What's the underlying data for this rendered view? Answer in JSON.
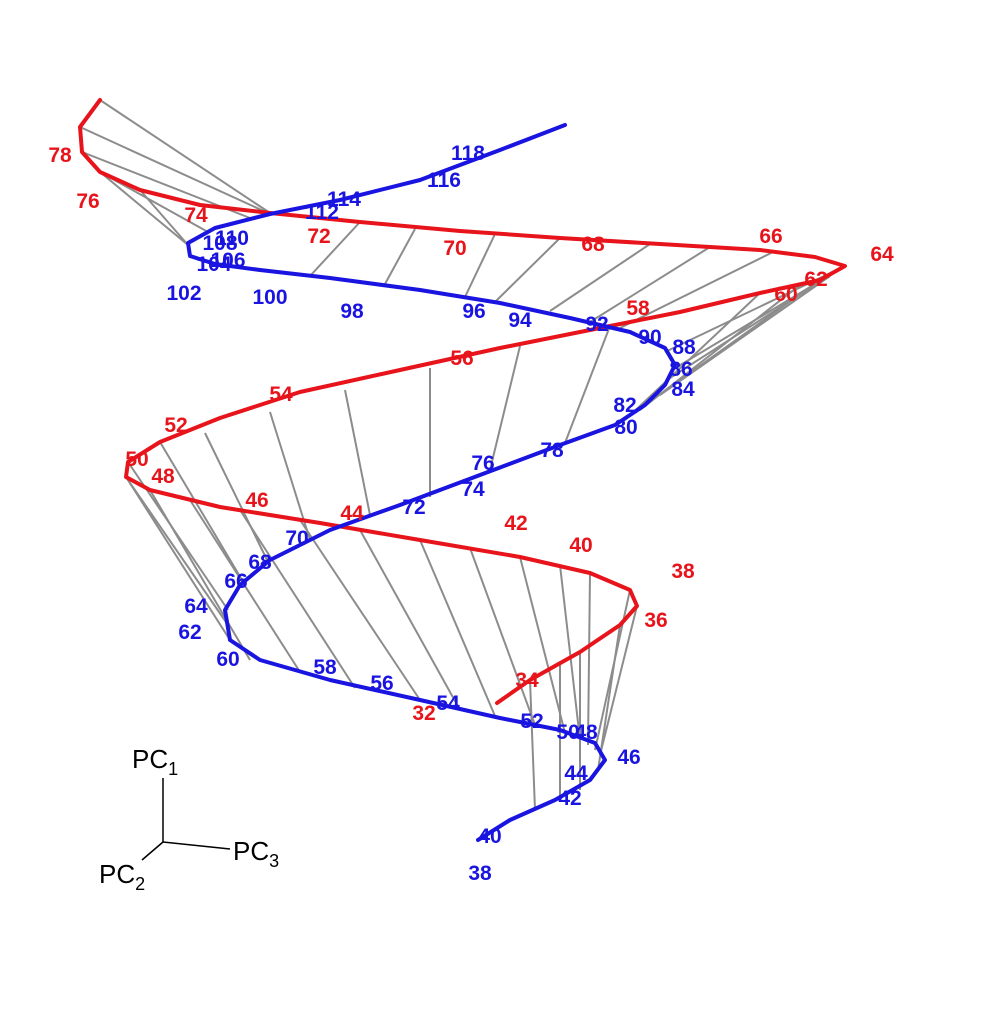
{
  "chart_data": {
    "type": "line",
    "title": "",
    "colors": {
      "series1": "#e8141b",
      "series2": "#1a14e0",
      "connectors": "#8c8c8c",
      "axes": "#000000"
    },
    "axes_legend": [
      "PC1",
      "PC2",
      "PC3"
    ],
    "series": [
      {
        "color": "#e8141b",
        "labels": [
          [
            "78",
            60,
            155
          ],
          [
            "76",
            88,
            201
          ],
          [
            "74",
            196,
            215
          ],
          [
            "72",
            319,
            236
          ],
          [
            "70",
            455,
            248
          ],
          [
            "68",
            593,
            244
          ],
          [
            "66",
            771,
            236
          ],
          [
            "64",
            882,
            254
          ],
          [
            "62",
            816,
            279
          ],
          [
            "60",
            786,
            294
          ],
          [
            "58",
            638,
            308
          ],
          [
            "56",
            462,
            358
          ],
          [
            "54",
            281,
            394
          ],
          [
            "52",
            176,
            425
          ],
          [
            "50",
            137,
            459
          ],
          [
            "48",
            163,
            476
          ],
          [
            "46",
            257,
            500
          ],
          [
            "44",
            352,
            513
          ],
          [
            "42",
            516,
            523
          ],
          [
            "40",
            581,
            545
          ],
          [
            "38",
            683,
            571
          ],
          [
            "36",
            656,
            620
          ],
          [
            "34",
            527,
            680
          ],
          [
            "32",
            424,
            713
          ]
        ],
        "labels_text": [
          "78",
          "76",
          "74",
          "72",
          "70",
          "68",
          "66",
          "64",
          "62",
          "60",
          "58",
          "56",
          "54",
          "52",
          "50",
          "48",
          "46",
          "44",
          "42",
          "40",
          "38",
          "36",
          "34",
          "32"
        ]
      },
      {
        "color": "#1a14e0",
        "labels": [
          [
            "118",
            468,
            153
          ],
          [
            "116",
            444,
            180
          ],
          [
            "114",
            344,
            199
          ],
          [
            "112",
            322,
            212
          ],
          [
            "110",
            232,
            238
          ],
          [
            "108",
            220,
            243
          ],
          [
            "106",
            228,
            260
          ],
          [
            "104",
            214,
            264
          ],
          [
            "102",
            184,
            293
          ],
          [
            "100",
            270,
            297
          ],
          [
            "98",
            352,
            311
          ],
          [
            "96",
            474,
            311
          ],
          [
            "94",
            520,
            320
          ],
          [
            "92",
            597,
            324
          ],
          [
            "90",
            650,
            337
          ],
          [
            "88",
            684,
            347
          ],
          [
            "86",
            681,
            369
          ],
          [
            "84",
            683,
            389
          ],
          [
            "82",
            625,
            405
          ],
          [
            "80",
            626,
            427
          ],
          [
            "78",
            552,
            450
          ],
          [
            "76",
            483,
            463
          ],
          [
            "74",
            473,
            489
          ],
          [
            "72",
            414,
            507
          ],
          [
            "70",
            297,
            538
          ],
          [
            "68",
            260,
            562
          ],
          [
            "66",
            236,
            581
          ],
          [
            "64",
            196,
            606
          ],
          [
            "62",
            190,
            632
          ],
          [
            "60",
            228,
            659
          ],
          [
            "58",
            325,
            667
          ],
          [
            "56",
            382,
            683
          ],
          [
            "54",
            448,
            703
          ],
          [
            "52",
            532,
            721
          ],
          [
            "50",
            568,
            732
          ],
          [
            "48",
            586,
            732
          ],
          [
            "46",
            629,
            757
          ],
          [
            "44",
            576,
            773
          ],
          [
            "42",
            570,
            798
          ],
          [
            "40",
            490,
            836
          ],
          [
            "38",
            480,
            873
          ]
        ],
        "labels_text": [
          "118",
          "116",
          "114",
          "112",
          "110",
          "108",
          "106",
          "104",
          "102",
          "100",
          "98",
          "96",
          "94",
          "92",
          "90",
          "88",
          "86",
          "84",
          "82",
          "80",
          "78",
          "76",
          "74",
          "72",
          "70",
          "68",
          "66",
          "64",
          "62",
          "60",
          "58",
          "56",
          "54",
          "52",
          "50",
          "48",
          "46",
          "44",
          "42",
          "40",
          "38"
        ]
      }
    ]
  }
}
